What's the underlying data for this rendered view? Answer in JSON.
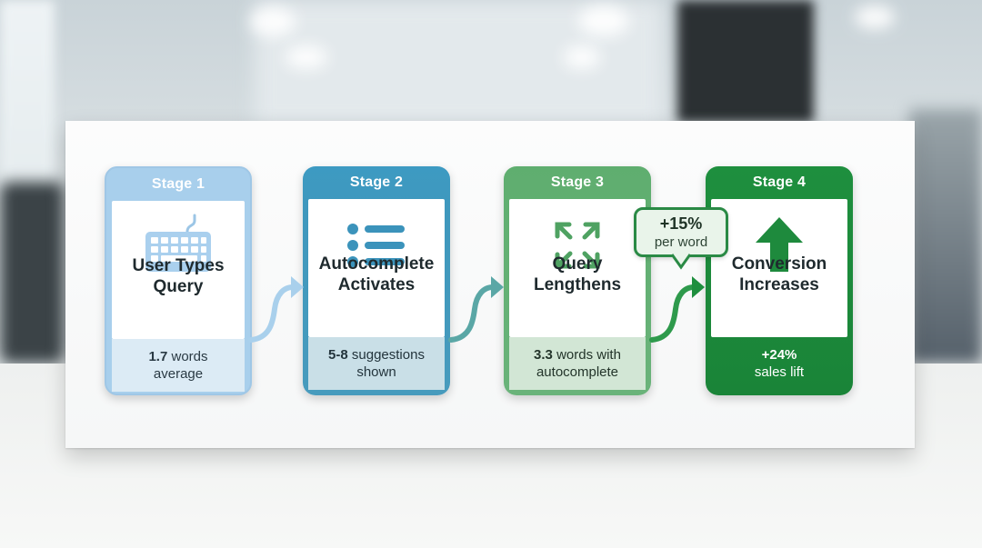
{
  "stages": [
    {
      "stage": "Stage 1",
      "title_line1": "User Types",
      "title_line2": "Query",
      "foot_value": "1.7",
      "foot_rest": "words",
      "foot_line2": "average",
      "icon": "keyboard-icon"
    },
    {
      "stage": "Stage 2",
      "title_line1": "Autocomplete",
      "title_line2": "Activates",
      "foot_value": "5-8",
      "foot_rest": "suggestions",
      "foot_line2": "shown",
      "icon": "list-icon"
    },
    {
      "stage": "Stage 3",
      "title_line1": "Query",
      "title_line2": "Lengthens",
      "foot_value": "3.3",
      "foot_rest": "words with",
      "foot_line2": "autocomplete",
      "icon": "expand-arrows-icon"
    },
    {
      "stage": "Stage 4",
      "title_line1": "Conversion",
      "title_line2": "Increases",
      "foot_value": "+24%",
      "foot_rest": "",
      "foot_line2": "sales lift",
      "icon": "arrow-up-icon"
    }
  ],
  "callout": {
    "value": "+15%",
    "label": "per word"
  },
  "colors": {
    "stage1": "#a8cfec",
    "stage2": "#3f98bd",
    "stage3": "#62b072",
    "stage4": "#1e8f3e"
  }
}
